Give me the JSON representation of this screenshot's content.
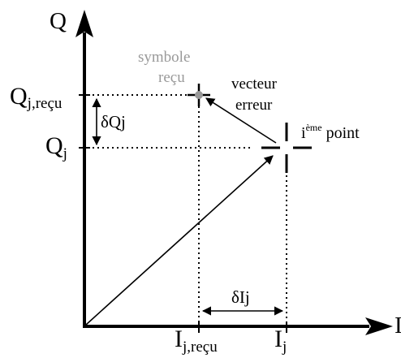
{
  "axes": {
    "y_label": "Q",
    "x_label": "I"
  },
  "received_symbol": {
    "label_line1": "symbole",
    "label_line2": "reçu",
    "color": "#999999"
  },
  "error_vector": {
    "label_line1": "vecteur",
    "label_line2": "erreur"
  },
  "ideal_point": {
    "label_prefix": "i",
    "label_superscript": "ème",
    "label_suffix": " point"
  },
  "y_ticks": {
    "q_received_main": "Q",
    "q_received_sub": "j,reçu",
    "q_ideal_main": "Q",
    "q_ideal_sub": "j"
  },
  "x_ticks": {
    "i_received_main": "I",
    "i_received_sub": "j,reçu",
    "i_ideal_main": "I",
    "i_ideal_sub": "j"
  },
  "deltas": {
    "delta_q": "δQj",
    "delta_i": "δIj"
  },
  "colors": {
    "ink": "#000000",
    "received": "#999999"
  }
}
